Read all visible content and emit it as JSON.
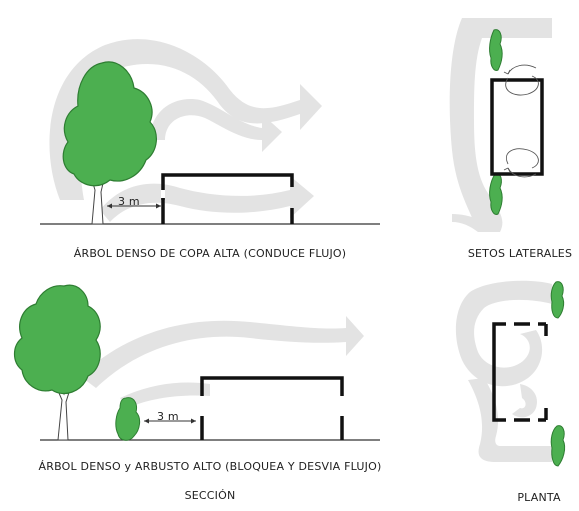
{
  "captions": {
    "section_top": "ÁRBOL DENSO DE COPA ALTA (CONDUCE FLUJO)",
    "plan_top": "SETOS LATERALES",
    "section_bottom": "ÁRBOL DENSO y ARBUSTO ALTO (BLOQUEA Y DESVIA FLUJO)",
    "section_title": "SECCIÓN",
    "plan_title": "PLANTA"
  },
  "dimensions": {
    "top_distance": "3 m",
    "bottom_distance": "3 m"
  },
  "colors": {
    "vegetation_fill": "#4caf50",
    "vegetation_stroke": "#2e7d32",
    "wind_flow": "#e3e3e3",
    "building": "#111111",
    "ground": "#333333"
  }
}
